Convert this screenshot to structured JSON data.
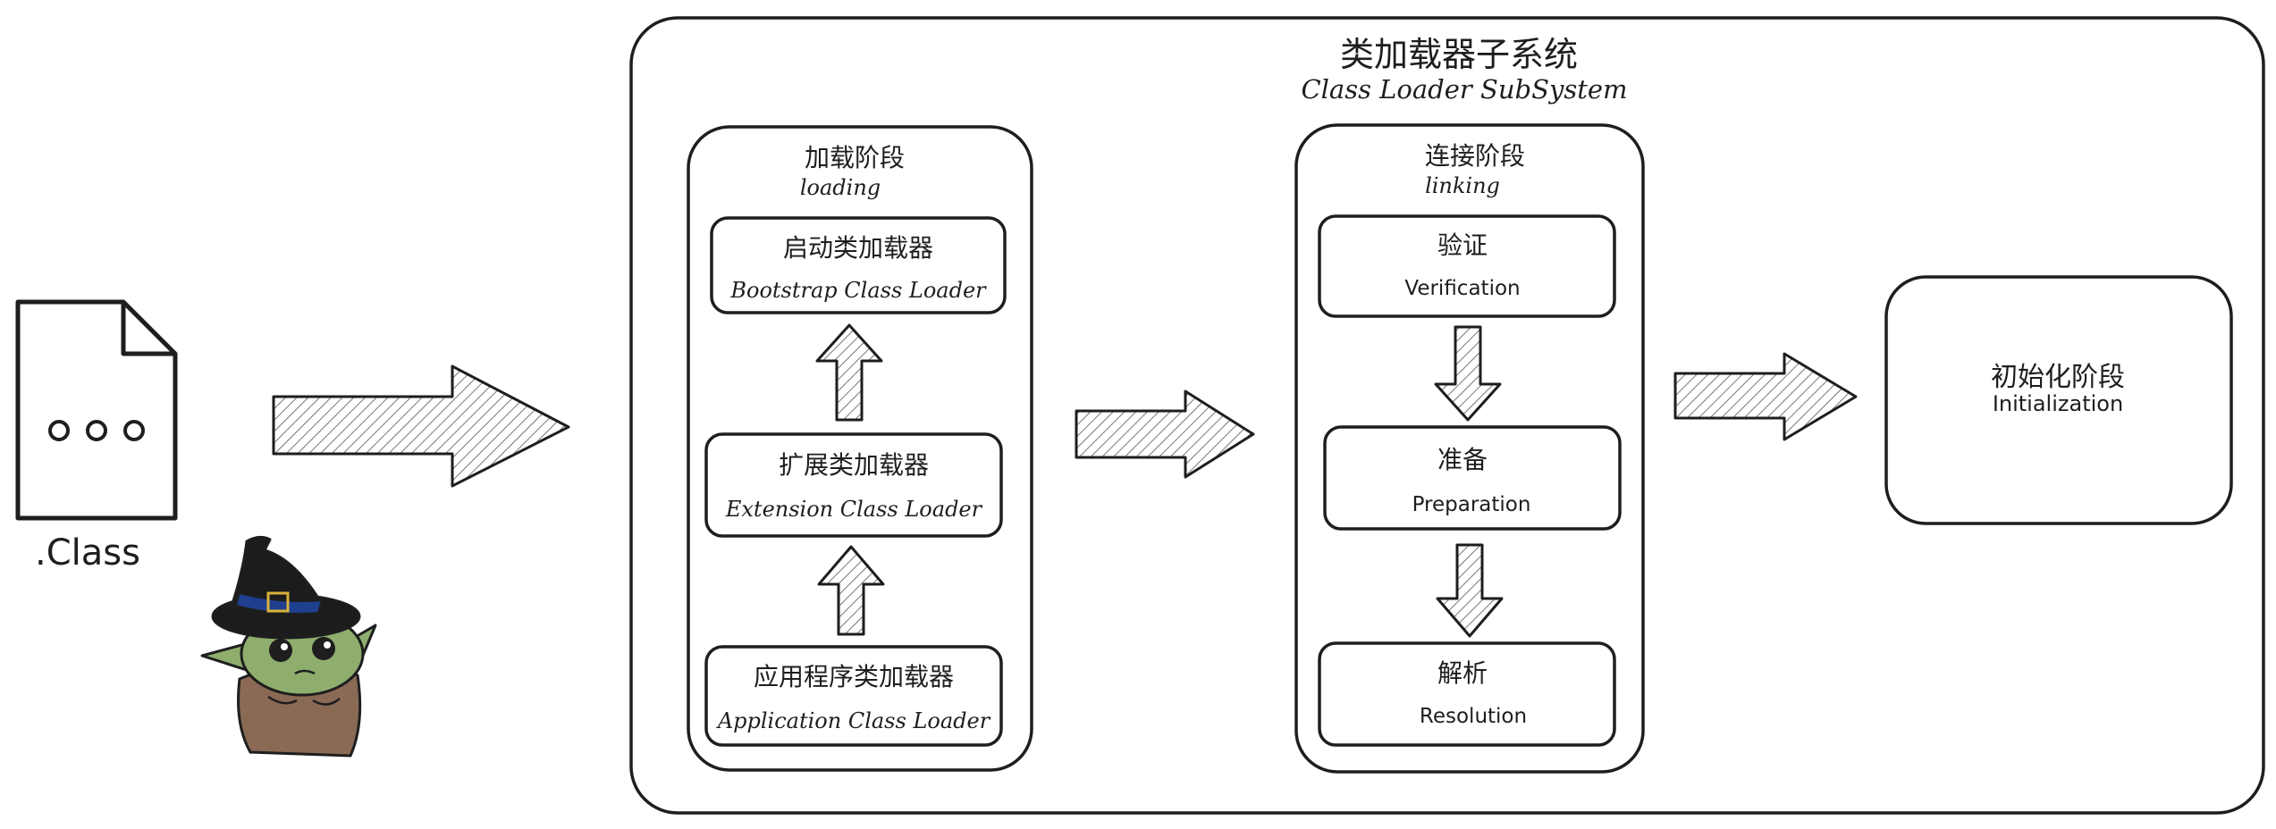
{
  "file": {
    "label": ".Class"
  },
  "subsystem": {
    "title_zh": "类加载器子系统",
    "title_en": "Class Loader SubSystem"
  },
  "loading": {
    "title_zh": "加载阶段",
    "title_en": "loading",
    "loaders": [
      {
        "zh": "启动类加载器",
        "en": "Bootstrap Class Loader"
      },
      {
        "zh": "扩展类加载器",
        "en": "Extension Class Loader"
      },
      {
        "zh": "应用程序类加载器",
        "en": "Application Class Loader"
      }
    ]
  },
  "linking": {
    "title_zh": "连接阶段",
    "title_en": "linking",
    "steps": [
      {
        "zh": "验证",
        "en": "Verification"
      },
      {
        "zh": "准备",
        "en": "Preparation"
      },
      {
        "zh": "解析",
        "en": "Resolution"
      }
    ]
  },
  "initialization": {
    "title_zh": "初始化阶段",
    "title_en": "Initialization"
  },
  "colors": {
    "stroke": "#1e1e1e",
    "background": "#ffffff",
    "mascot_skin": "#8fae6e",
    "mascot_robe": "#8a6a55",
    "mascot_hat": "#1c1c1c",
    "mascot_band": "#1f3f8f"
  }
}
